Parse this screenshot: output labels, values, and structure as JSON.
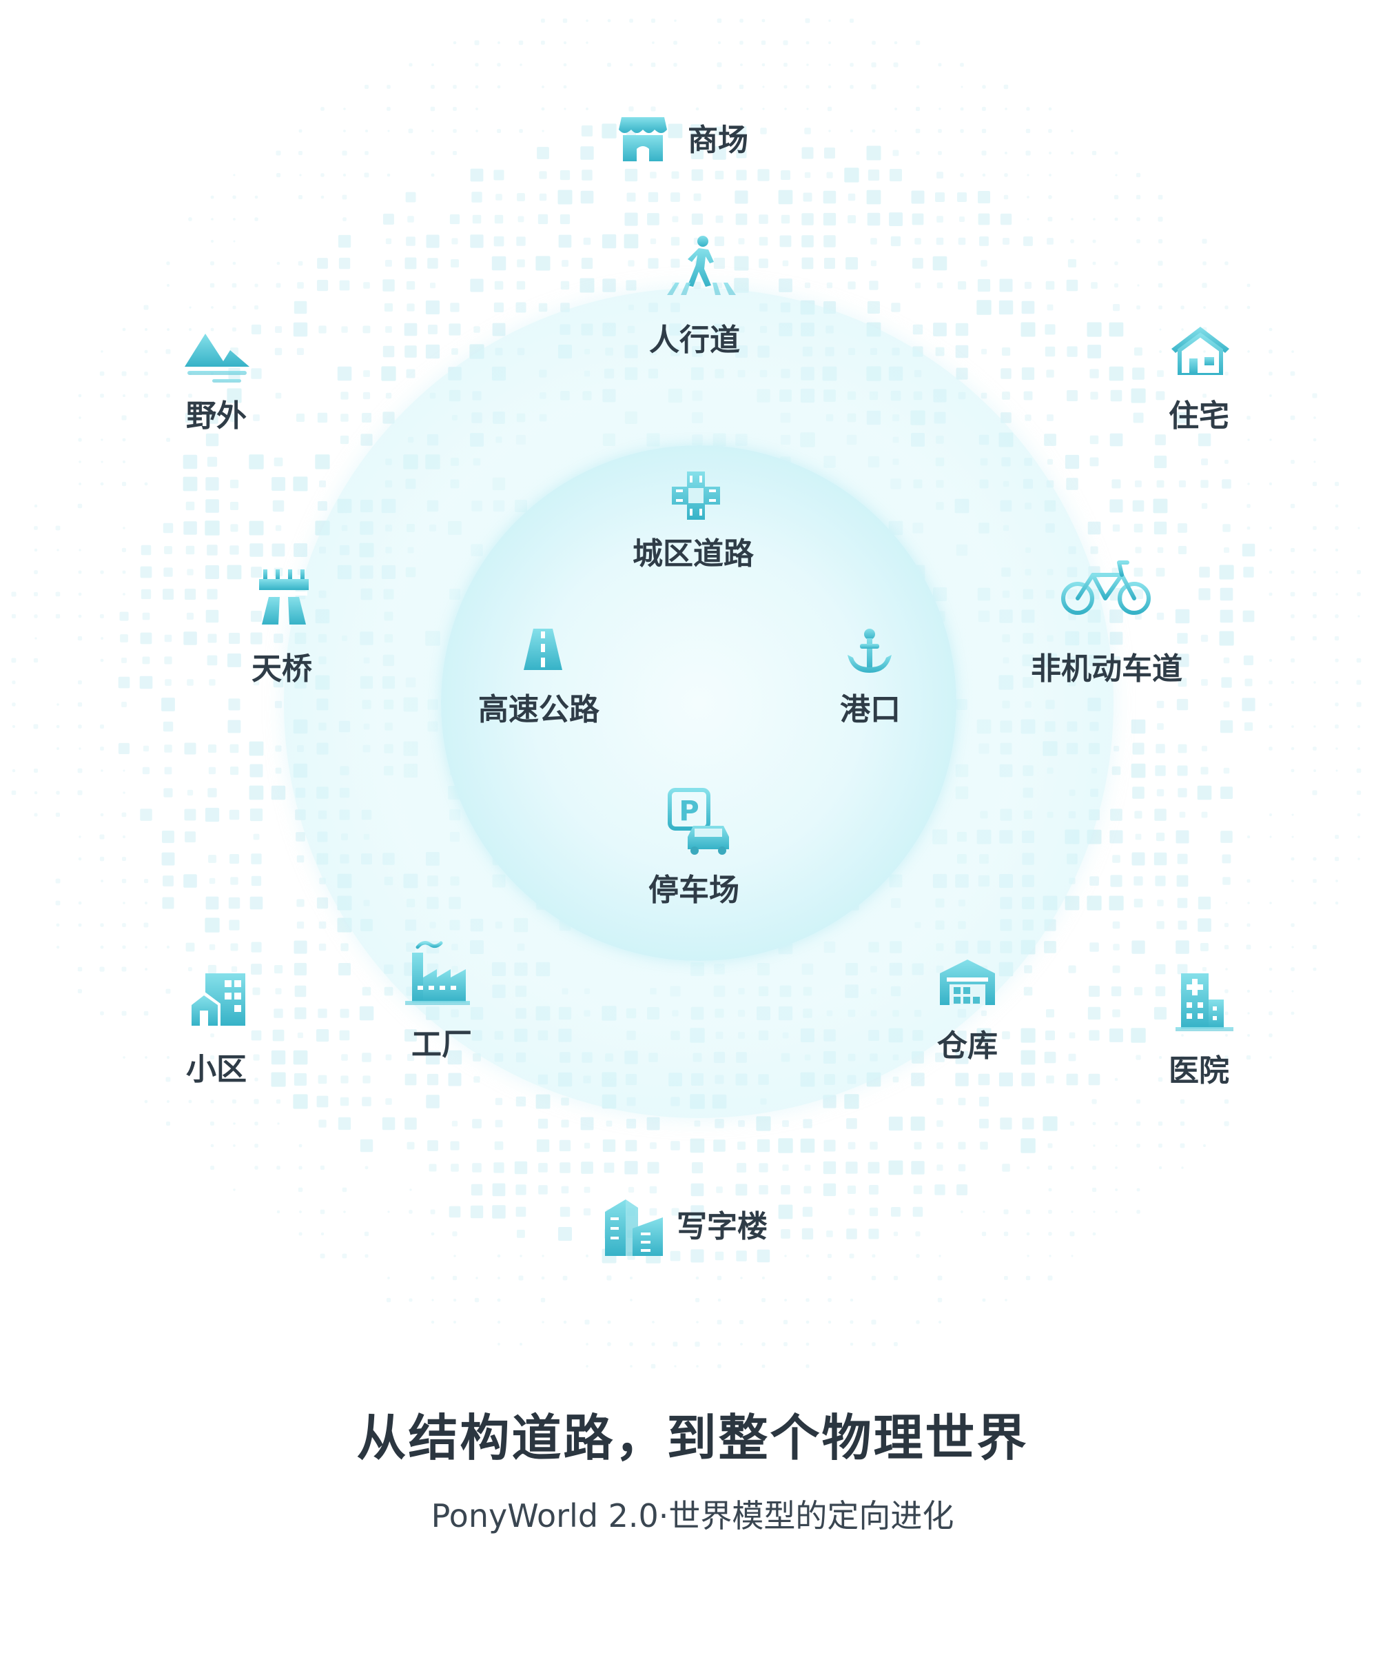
{
  "colors": {
    "accent_top": "#7fdde8",
    "accent_bottom": "#39b5c9",
    "label": "#2f3c47",
    "dot": "#cdeef4"
  },
  "inner_ring": [
    {
      "id": "city-road",
      "label": "城区道路",
      "icon": "crossroad-icon"
    },
    {
      "id": "highway",
      "label": "高速公路",
      "icon": "highway-icon"
    },
    {
      "id": "port",
      "label": "港口",
      "icon": "anchor-icon"
    },
    {
      "id": "parking",
      "label": "停车场",
      "icon": "parking-car-icon"
    }
  ],
  "outer_ring": [
    {
      "id": "crosswalk",
      "label": "人行道",
      "icon": "pedestrian-icon"
    },
    {
      "id": "overpass",
      "label": "天桥",
      "icon": "overpass-icon"
    },
    {
      "id": "bike-lane",
      "label": "非机动车道",
      "icon": "bicycle-icon"
    },
    {
      "id": "factory",
      "label": "工厂",
      "icon": "factory-icon"
    },
    {
      "id": "warehouse",
      "label": "仓库",
      "icon": "warehouse-icon"
    }
  ],
  "outer_world": [
    {
      "id": "mall",
      "label": "商场",
      "icon": "storefront-icon"
    },
    {
      "id": "wild",
      "label": "野外",
      "icon": "mountain-icon"
    },
    {
      "id": "residence",
      "label": "住宅",
      "icon": "house-icon"
    },
    {
      "id": "community",
      "label": "小区",
      "icon": "apartment-icon"
    },
    {
      "id": "hospital",
      "label": "医院",
      "icon": "hospital-icon"
    },
    {
      "id": "office",
      "label": "写字楼",
      "icon": "office-building-icon"
    }
  ],
  "title": "从结构道路，到整个物理世界",
  "subtitle": "PonyWorld 2.0·世界模型的定向进化"
}
